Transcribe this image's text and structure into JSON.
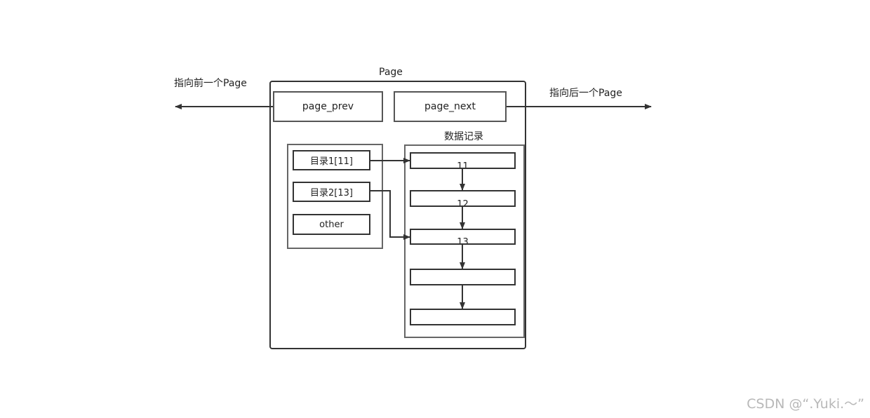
{
  "page": {
    "title": "Page",
    "prev_label": "指向前一个Page",
    "next_label": "指向后一个Page",
    "page_prev": "page_prev",
    "page_next": "page_next"
  },
  "records": {
    "title": "数据记录",
    "items": [
      "11",
      "12",
      "13",
      "",
      ""
    ]
  },
  "directory": {
    "items": [
      "目录1[11]",
      "目录2[13]",
      "other"
    ]
  },
  "watermark": "CSDN @“.Yuki.～”",
  "colors": {
    "stroke": "#333333",
    "watermark": "#b8b8b8"
  }
}
